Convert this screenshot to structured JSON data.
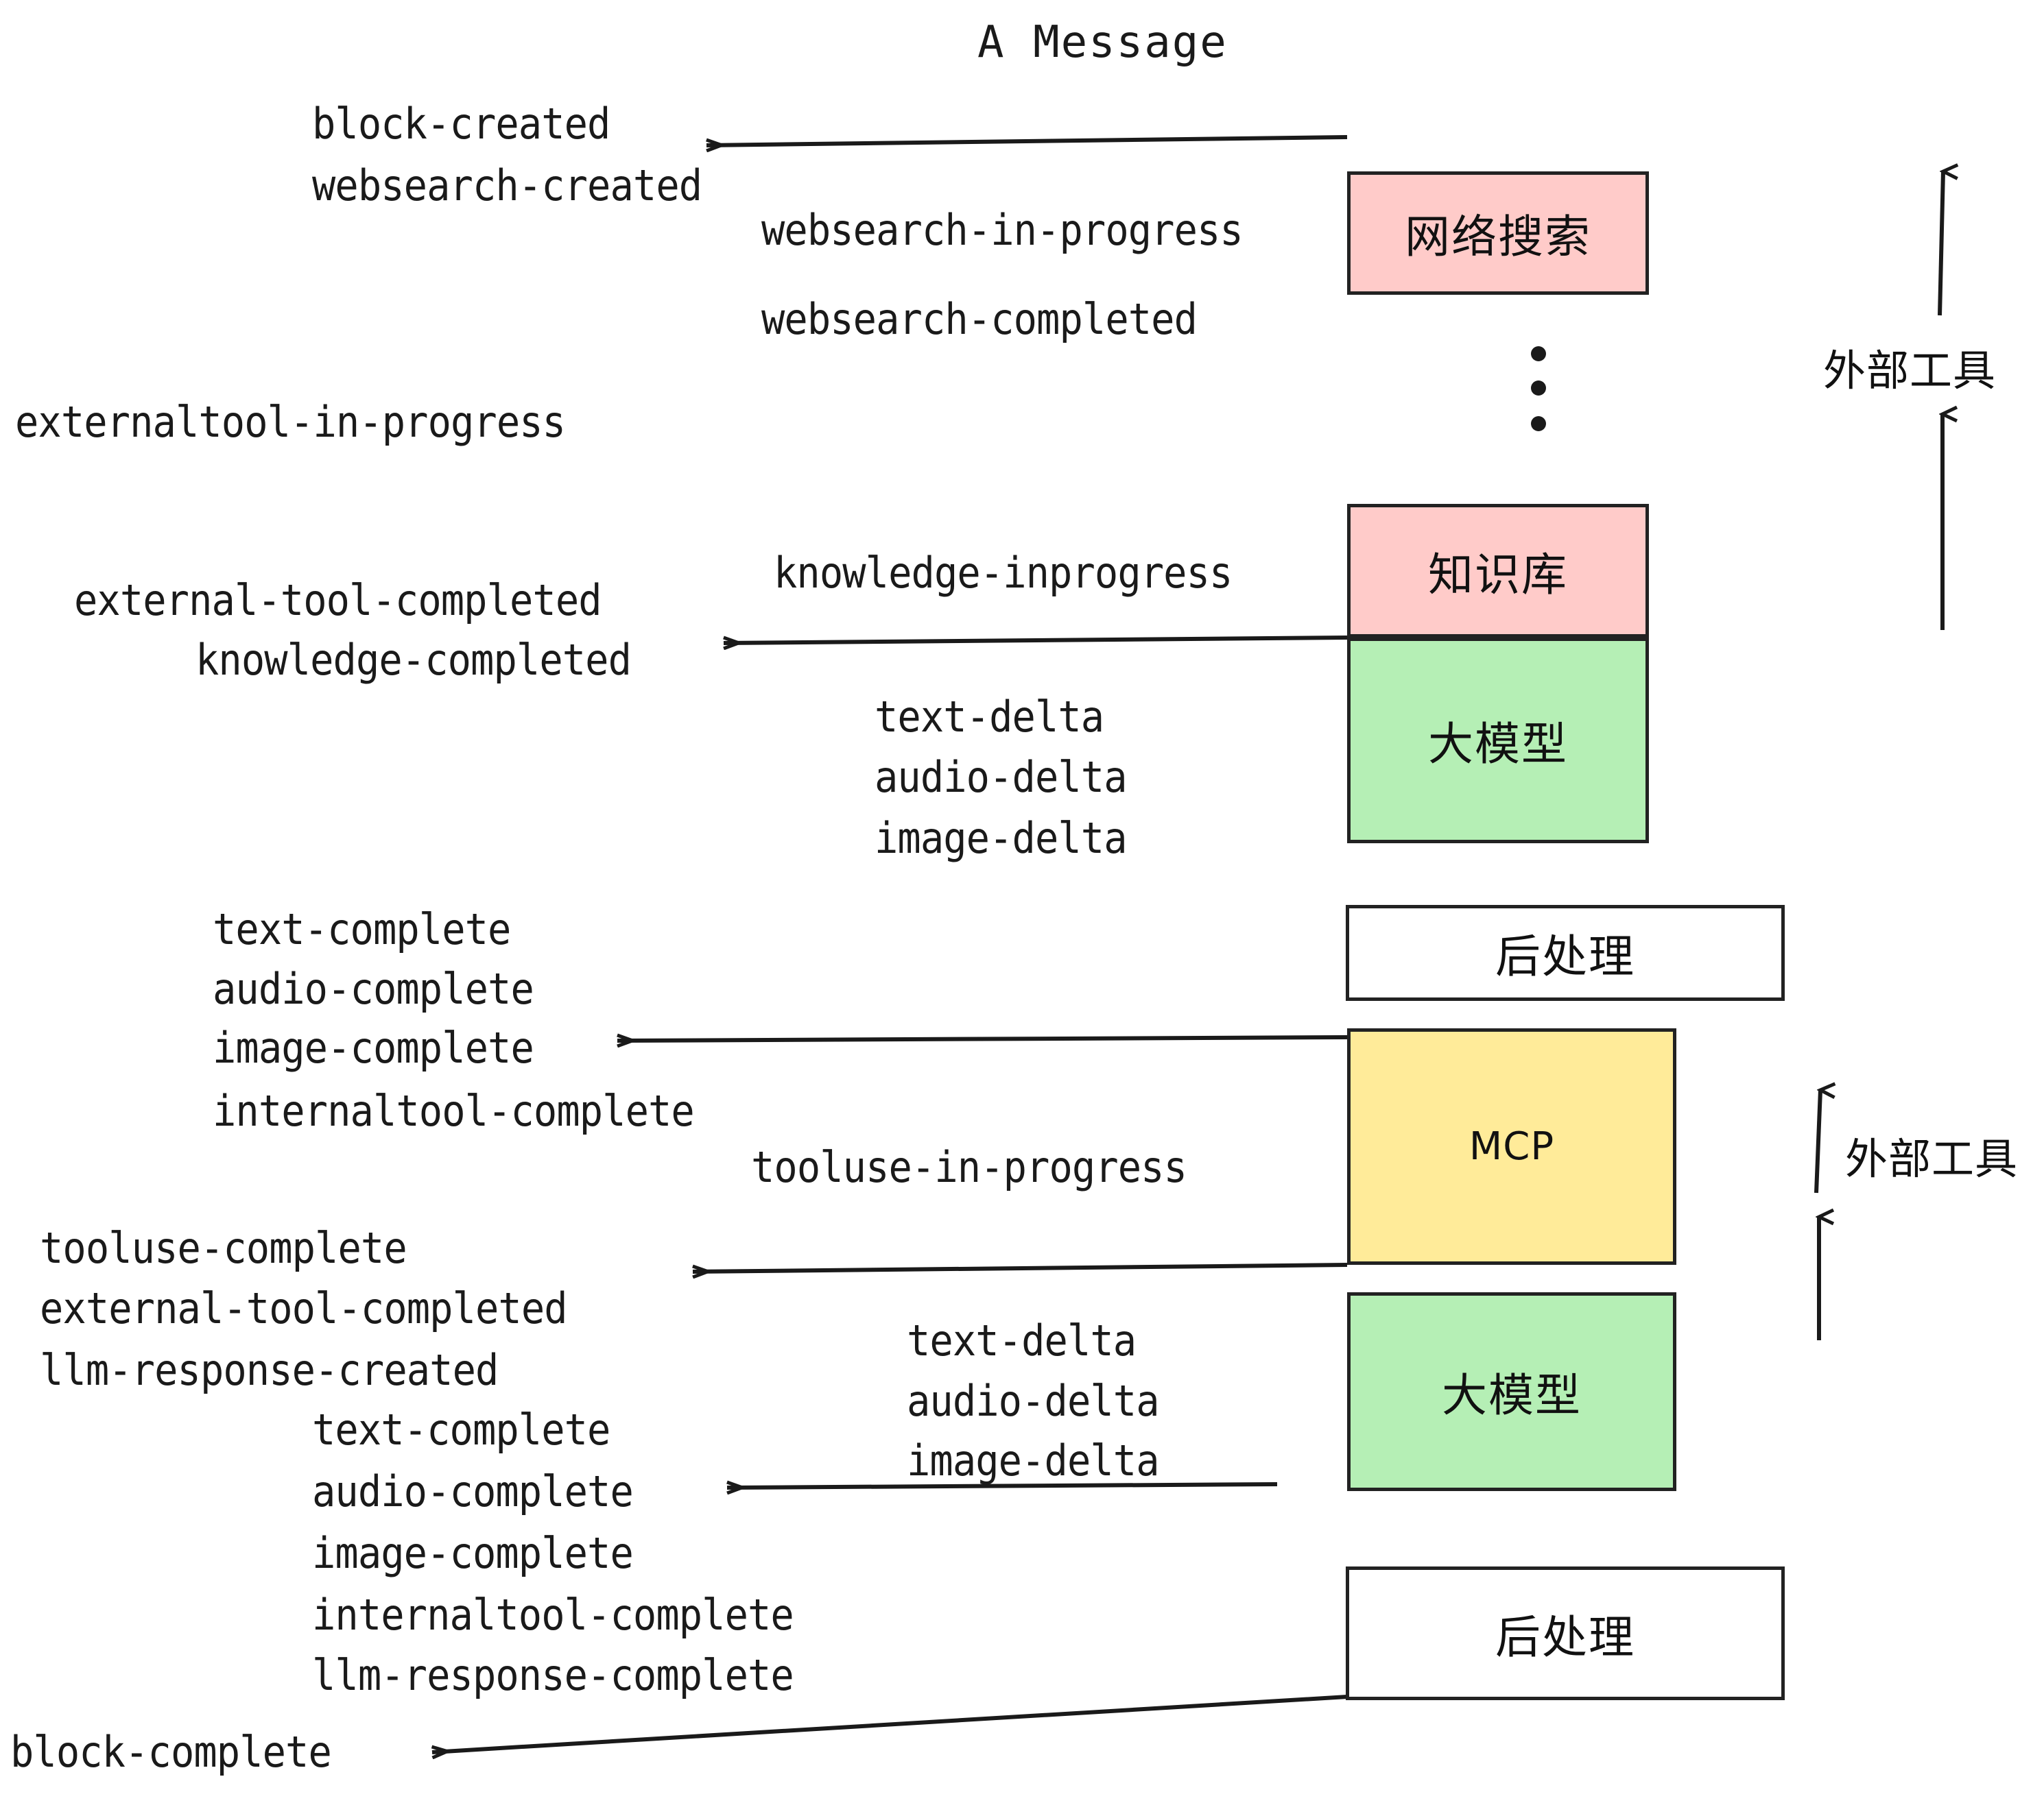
{
  "diagram": {
    "title": "A Message",
    "colors": {
      "pink": "#FFCBC9",
      "green": "#B5EFB5",
      "yellow": "#FFEB99",
      "white": "#FFFFFF",
      "stroke": "#222222",
      "text": "#1A1A1A"
    }
  },
  "boxes": [
    {
      "id": "websearch",
      "label": "网络搜索",
      "fill": "#FFCBC9"
    },
    {
      "id": "knowledge",
      "label": "知识库",
      "fill": "#FFCBC9"
    },
    {
      "id": "llm-top",
      "label": "大模型",
      "fill": "#B5EFB5"
    },
    {
      "id": "postprocess-top",
      "label": "后处理",
      "fill": "#FFFFFF"
    },
    {
      "id": "mcp",
      "label": "MCP",
      "fill": "#FFEB99"
    },
    {
      "id": "llm-bottom",
      "label": "大模型",
      "fill": "#B5EFB5"
    },
    {
      "id": "postprocess-bottom",
      "label": "后处理",
      "fill": "#FFFFFF"
    }
  ],
  "side_labels": [
    {
      "id": "external-tools-top",
      "label": "外部工具"
    },
    {
      "id": "external-tools-bottom",
      "label": "外部工具"
    }
  ],
  "events": [
    {
      "id": "block-created",
      "text": "block-created"
    },
    {
      "id": "websearch-created",
      "text": "websearch-created"
    },
    {
      "id": "websearch-in-progress",
      "text": "websearch-in-progress"
    },
    {
      "id": "websearch-completed",
      "text": "websearch-completed"
    },
    {
      "id": "externaltool-in-progress",
      "text": "externaltool-in-progress"
    },
    {
      "id": "knowledge-inprogress",
      "text": "knowledge-inprogress"
    },
    {
      "id": "external-tool-completed-1",
      "text": "external-tool-completed"
    },
    {
      "id": "knowledge-completed",
      "text": "knowledge-completed"
    },
    {
      "id": "text-delta-1",
      "text": "text-delta"
    },
    {
      "id": "audio-delta-1",
      "text": "audio-delta"
    },
    {
      "id": "image-delta-1",
      "text": "image-delta"
    },
    {
      "id": "text-complete-1",
      "text": "text-complete"
    },
    {
      "id": "audio-complete-1",
      "text": "audio-complete"
    },
    {
      "id": "image-complete-1",
      "text": "image-complete"
    },
    {
      "id": "internaltool-complete-1",
      "text": "internaltool-complete"
    },
    {
      "id": "tooluse-in-progress",
      "text": "tooluse-in-progress"
    },
    {
      "id": "tooluse-complete",
      "text": "tooluse-complete"
    },
    {
      "id": "external-tool-completed-2",
      "text": "external-tool-completed"
    },
    {
      "id": "llm-response-created",
      "text": "llm-response-created"
    },
    {
      "id": "text-delta-2",
      "text": "text-delta"
    },
    {
      "id": "audio-delta-2",
      "text": "audio-delta"
    },
    {
      "id": "image-delta-2",
      "text": "image-delta"
    },
    {
      "id": "text-complete-2",
      "text": "text-complete"
    },
    {
      "id": "audio-complete-2",
      "text": "audio-complete"
    },
    {
      "id": "image-complete-2",
      "text": "image-complete"
    },
    {
      "id": "internaltool-complete-2",
      "text": "internaltool-complete"
    },
    {
      "id": "llm-response-complete",
      "text": "llm-response-complete"
    },
    {
      "id": "block-complete",
      "text": "block-complete"
    }
  ]
}
